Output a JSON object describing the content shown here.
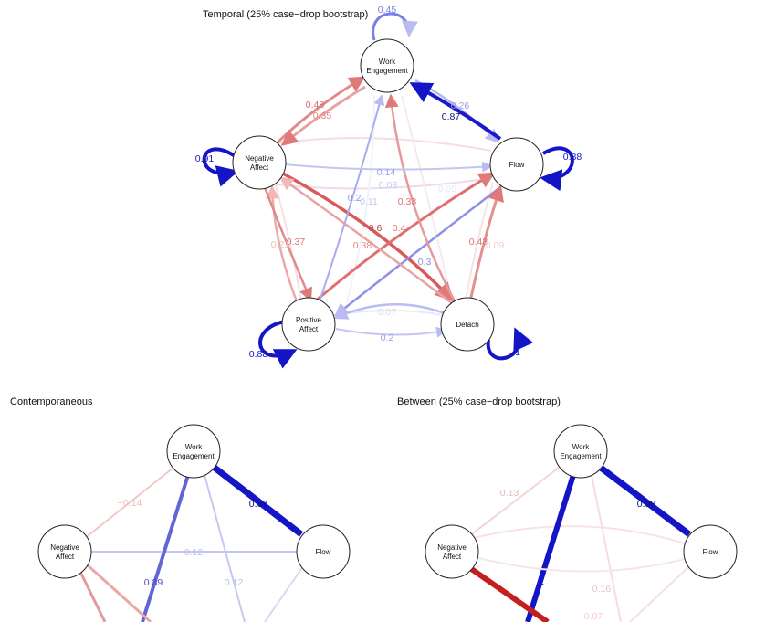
{
  "panels": {
    "temporal": {
      "title": "Temporal  (25% case−drop bootstrap)",
      "nodes": [
        {
          "id": "work-engagement",
          "label": [
            "Work",
            "Engagement"
          ]
        },
        {
          "id": "negative-affect",
          "label": [
            "Negative",
            "Affect"
          ]
        },
        {
          "id": "flow",
          "label": [
            "Flow"
          ]
        },
        {
          "id": "positive-affect",
          "label": [
            "Positive",
            "Affect"
          ]
        },
        {
          "id": "detach",
          "label": [
            "Detach"
          ]
        }
      ],
      "self_loops": [
        {
          "node": "work-engagement",
          "weight": "0.45",
          "color": "#7a7ee8"
        },
        {
          "node": "negative-affect",
          "weight": "0.91",
          "color": "#1515c8"
        },
        {
          "node": "flow",
          "weight": "0.88",
          "color": "#1515c8"
        },
        {
          "node": "positive-affect",
          "weight": "0.88",
          "color": "#1515c8"
        },
        {
          "node": "detach",
          "weight": "1",
          "color": "#1515c8"
        }
      ],
      "edge_labels": [
        "0.48",
        "0.35",
        "0.26",
        "0.87",
        "0.14",
        "0.08",
        "0.2",
        "0.11",
        "0.33",
        "0.6",
        "0.4",
        "0.37",
        "0.21",
        "0.38",
        "0.3",
        "0.43",
        "0.09",
        "0.07",
        "0.2",
        "0.05"
      ]
    },
    "contemporaneous": {
      "title": "Contemporaneous",
      "nodes": [
        {
          "id": "work-engagement",
          "label": [
            "Work",
            "Engagement"
          ]
        },
        {
          "id": "negative-affect",
          "label": [
            "Negative",
            "Affect"
          ]
        },
        {
          "id": "flow",
          "label": [
            "Flow"
          ]
        }
      ],
      "edge_labels": [
        "−0.14",
        "0.67",
        "0.12",
        "0.39",
        "0.12"
      ]
    },
    "between": {
      "title": "Between  (25% case−drop bootstrap)",
      "nodes": [
        {
          "id": "work-engagement",
          "label": [
            "Work",
            "Engagement"
          ]
        },
        {
          "id": "negative-affect",
          "label": [
            "Negative",
            "Affect"
          ]
        },
        {
          "id": "flow",
          "label": [
            "Flow"
          ]
        }
      ],
      "edge_labels": [
        "0.13",
        "0.98",
        "0.16",
        "0.07",
        "1"
      ]
    }
  }
}
